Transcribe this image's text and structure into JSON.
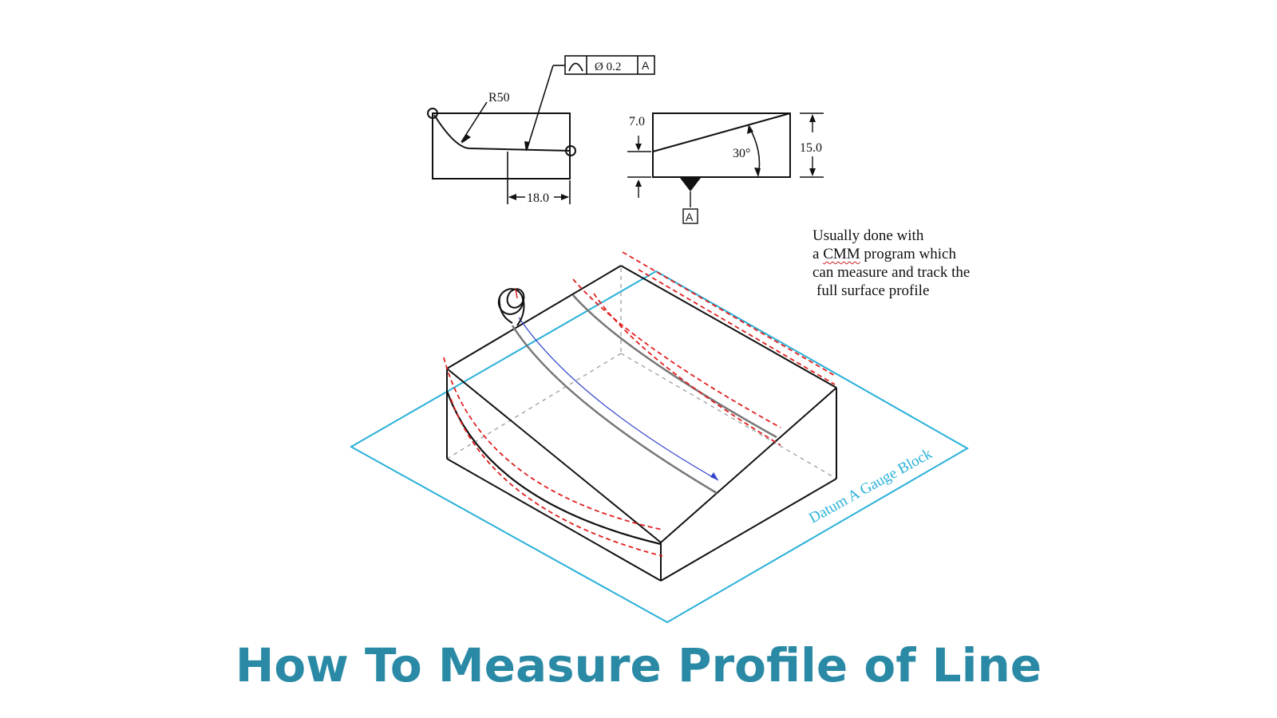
{
  "title": {
    "text": "How To Measure Profile of Line",
    "color": "#2a8aa6"
  },
  "note": {
    "line1": "Usually done with",
    "line2_pre": "a ",
    "line2_word": "CMM",
    "line2_post": " program which",
    "line3": "can measure and track the",
    "line4": "full surface profile"
  },
  "top_view": {
    "radius_label": "R50",
    "length_label": "18.0"
  },
  "side_view": {
    "height_small_label": "7.0",
    "height_large_label": "15.0",
    "angle_label": "30°",
    "datum_label": "A"
  },
  "feature_control_frame": {
    "symbol_icon": "profile-of-line-icon",
    "tolerance": "Ø 0.2",
    "datum": "A"
  },
  "datum_plane": {
    "label": "Datum A Gauge Block",
    "color": "#29b0d8"
  },
  "colors": {
    "tolerance_zone": "#e02020",
    "probe_path": "#3344cc",
    "profile_line": "#777777"
  }
}
